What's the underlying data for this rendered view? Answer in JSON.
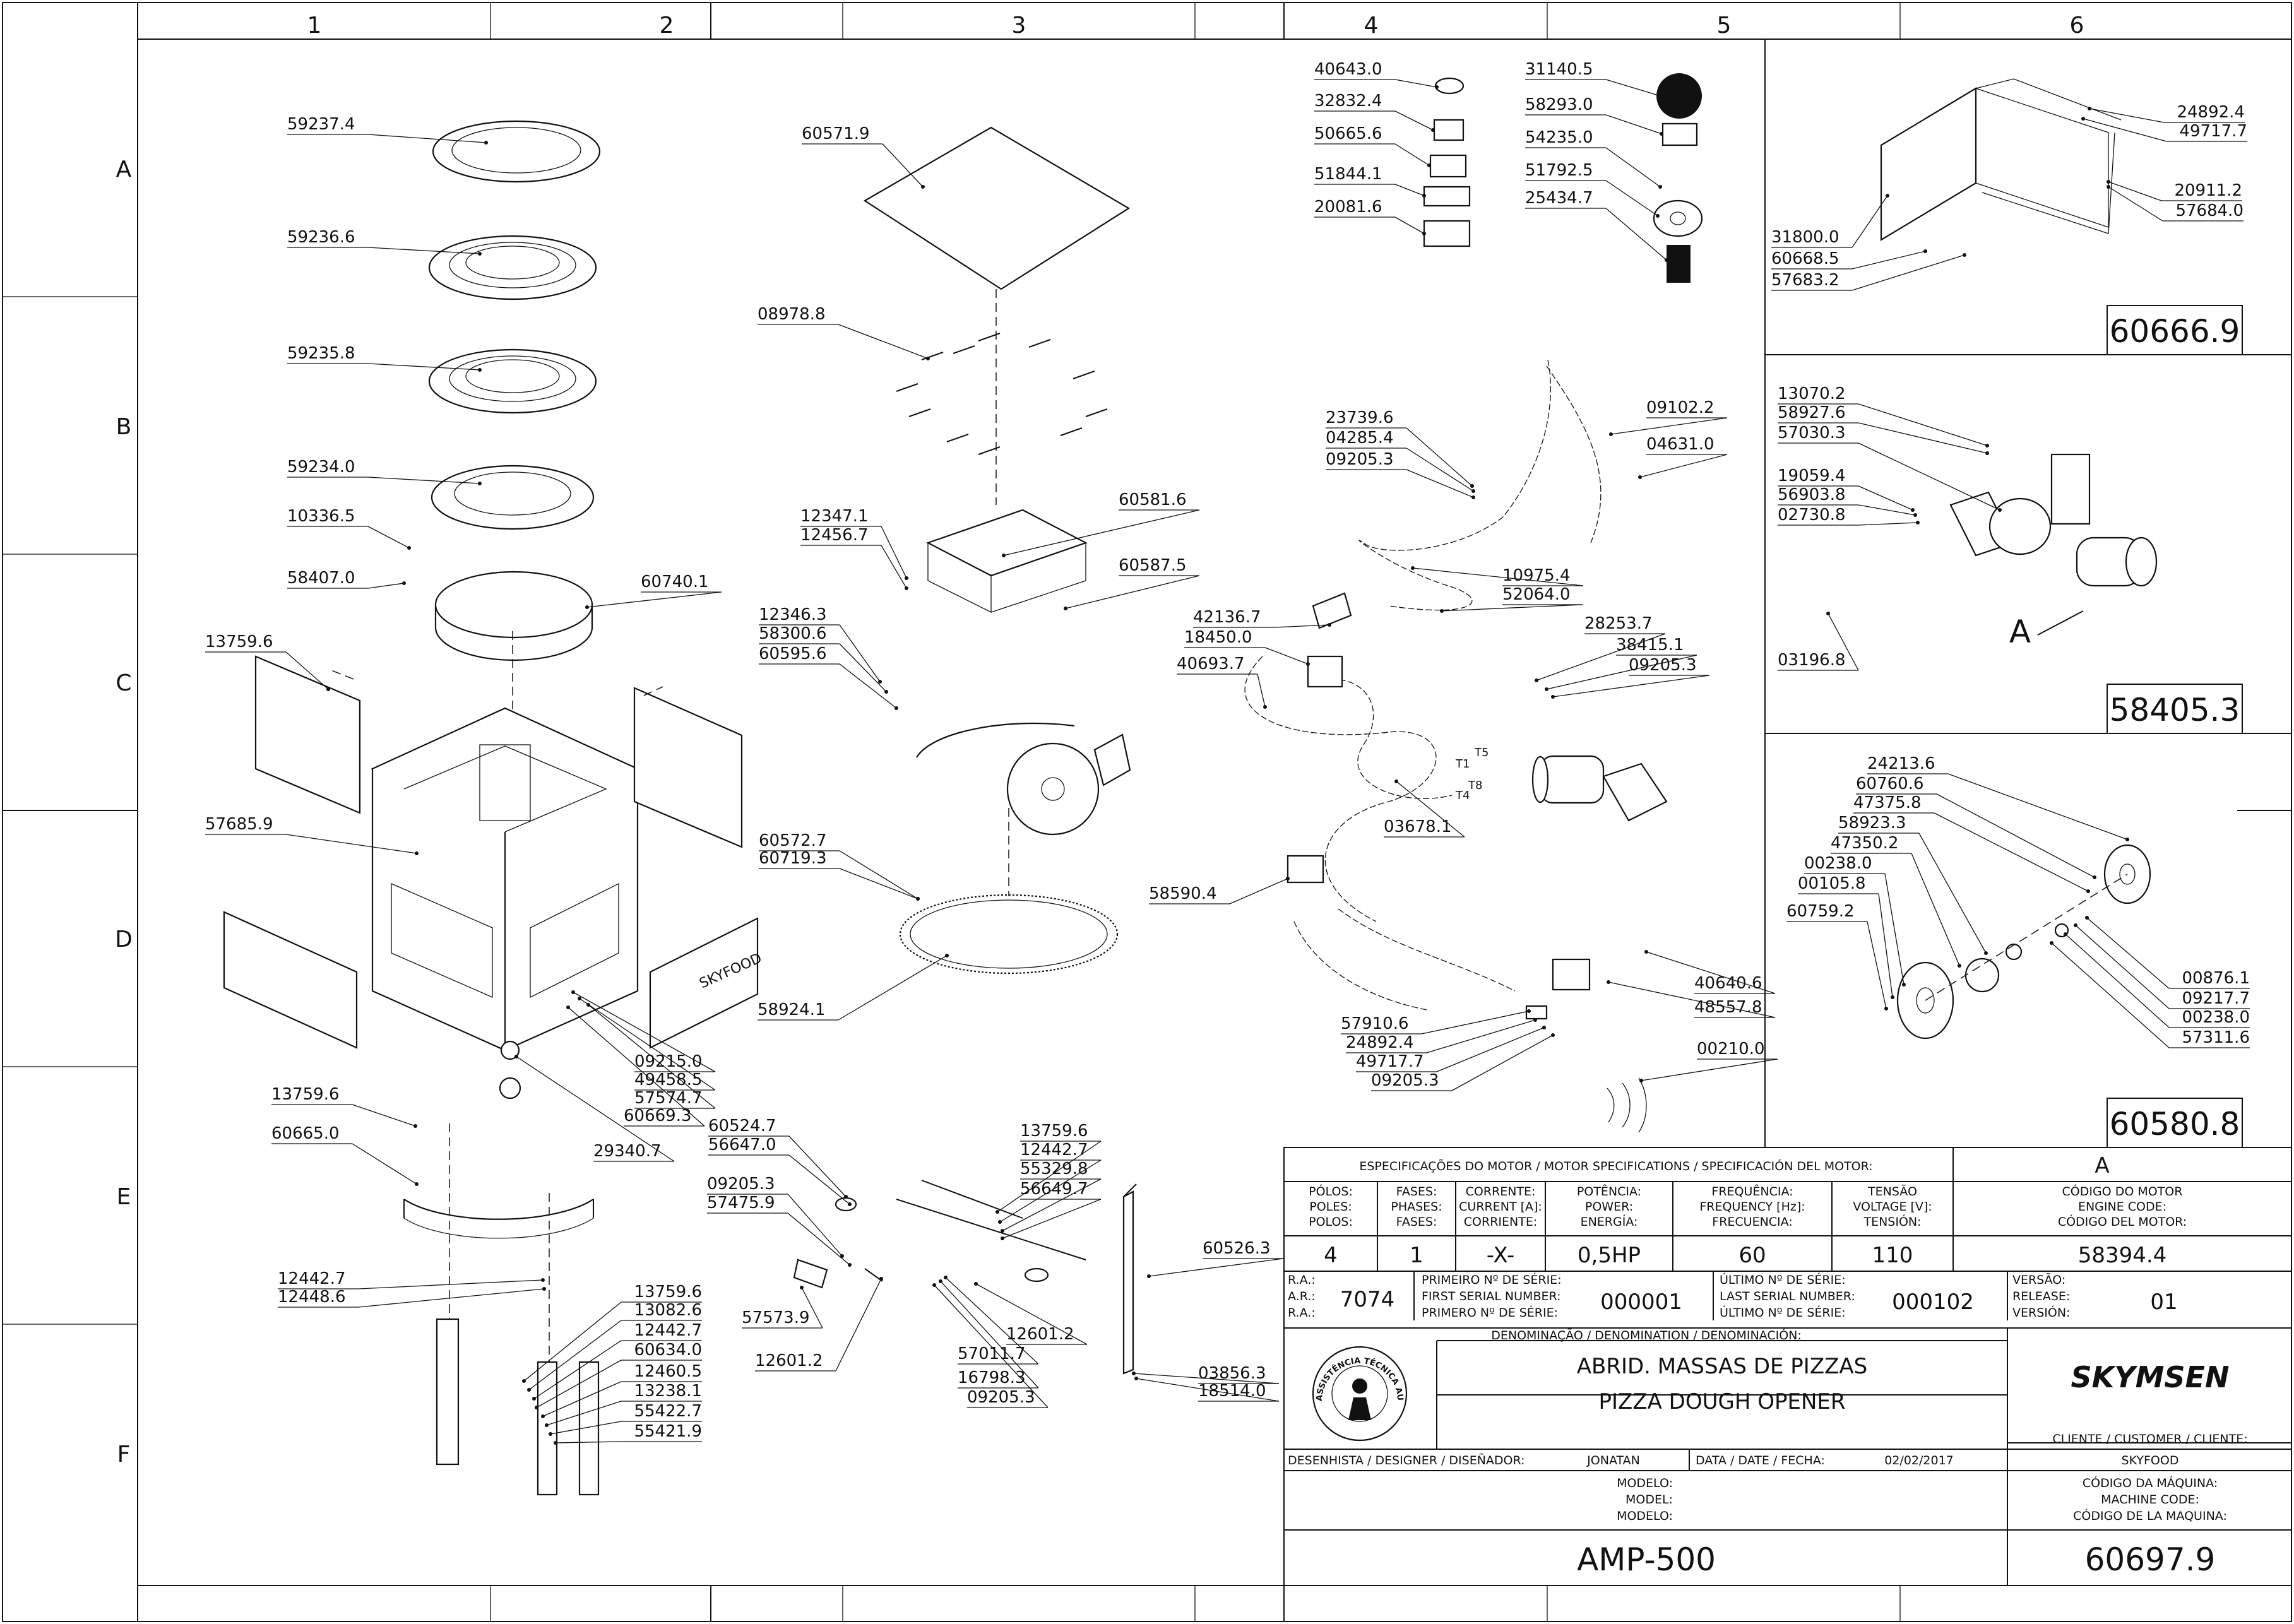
{
  "grid": {
    "columns": [
      "1",
      "2",
      "3",
      "4",
      "5",
      "6"
    ],
    "rows": [
      "A",
      "B",
      "C",
      "D",
      "E",
      "F"
    ]
  },
  "callouts": [
    "59237.4",
    "59236.6",
    "59235.8",
    "59234.0",
    "10336.5",
    "58407.0",
    "60740.1",
    "13759.6",
    "57685.9",
    "09215.0",
    "49458.5",
    "57574.7",
    "60669.3",
    "29340.7",
    "13759.6",
    "60665.0",
    "12442.7",
    "12448.6",
    "13759.6",
    "13082.6",
    "12442.7",
    "60634.0",
    "12460.5",
    "13238.1",
    "55422.7",
    "55421.9",
    "60571.9",
    "08978.8",
    "12347.1",
    "12456.7",
    "60581.6",
    "60587.5",
    "12346.3",
    "58300.6",
    "60595.6",
    "60572.7",
    "60719.3",
    "58924.1",
    "60524.7",
    "56647.0",
    "09205.3",
    "57475.9",
    "57573.9",
    "12601.2",
    "13759.6",
    "12442.7",
    "55329.8",
    "56649.7",
    "60526.3",
    "12601.2",
    "57011.7",
    "16798.3",
    "09205.3",
    "03856.3",
    "18514.0",
    "40643.0",
    "32832.4",
    "50665.6",
    "51844.1",
    "20081.6",
    "31140.5",
    "58293.0",
    "54235.0",
    "51792.5",
    "25434.7",
    "23739.6",
    "04285.4",
    "09205.3",
    "09102.2",
    "04631.0",
    "10975.4",
    "52064.0",
    "42136.7",
    "18450.0",
    "40693.7",
    "28253.7",
    "38415.1",
    "09205.3",
    "03678.1",
    "58590.4",
    "40640.6",
    "48557.8",
    "57910.6",
    "24892.4",
    "49717.7",
    "09205.3",
    "00210.0",
    "24892.4",
    "49717.7",
    "20911.2",
    "57684.0",
    "31800.0",
    "60668.5",
    "57683.2",
    "13070.2",
    "58927.6",
    "57030.3",
    "19059.4",
    "56903.8",
    "02730.8",
    "03196.8",
    "24213.6",
    "60760.6",
    "47375.8",
    "58923.3",
    "47350.2",
    "00238.0",
    "00105.8",
    "60759.2",
    "00876.1",
    "09217.7",
    "00238.0",
    "57311.6"
  ],
  "motor_wire_labels": [
    "T5",
    "T1",
    "T8",
    "T4"
  ],
  "decals": {
    "side_panel_text": "SKYFOOD"
  },
  "detail_boxes": [
    {
      "code": "60666.9"
    },
    {
      "code": "58405.3",
      "detail_letter": "A"
    },
    {
      "code": "60580.8"
    }
  ],
  "title_block": {
    "motor_spec_header": "ESPECIFICAÇÕES DO MOTOR / MOTOR SPECIFICATIONS / SPECIFICACIÓN DEL MOTOR:",
    "motor_letter": "A",
    "motor_columns": [
      {
        "lines": [
          "PÓLOS:",
          "POLES:",
          "POLOS:"
        ],
        "value": "4"
      },
      {
        "lines": [
          "FASES:",
          "PHASES:",
          "FASES:"
        ],
        "value": "1"
      },
      {
        "lines": [
          "CORRENTE:",
          "CURRENT [A]:",
          "CORRIENTE:"
        ],
        "value": "-X-"
      },
      {
        "lines": [
          "POTÊNCIA:",
          "POWER:",
          "ENERGÍA:"
        ],
        "value": "0,5HP"
      },
      {
        "lines": [
          "FREQUÊNCIA:",
          "FREQUENCY [Hz]:",
          "FRECUENCIA:"
        ],
        "value": "60"
      },
      {
        "lines": [
          "TENSÃO",
          "VOLTAGE [V]:",
          "TENSIÓN:"
        ],
        "value": "110"
      },
      {
        "lines": [
          "CÓDIGO DO MOTOR",
          "ENGINE CODE:",
          "CÓDIGO DEL MOTOR:"
        ],
        "value": "58394.4"
      }
    ],
    "ra_lines": [
      "R.A.:",
      "A.R.:",
      "R.A.:"
    ],
    "ra_value": "7074",
    "first_serial_lines": [
      "PRIMEIRO Nº DE SÉRIE:",
      "FIRST SERIAL NUMBER:",
      "PRIMERO Nº DE SÉRIE:"
    ],
    "first_serial_value": "000001",
    "last_serial_lines": [
      "ÚLTIMO Nº DE SÉRIE:",
      "LAST SERIAL NUMBER:",
      "ÚLTIMO Nº DE SÉRIE:"
    ],
    "last_serial_value": "000102",
    "version_lines": [
      "VERSÃO:",
      "RELEASE:",
      "VERSIÓN:"
    ],
    "version_value": "01",
    "denomination_header": "DENOMINAÇÃO / DENOMINATION / DENOMINACIÓN:",
    "name_pt": "ABRID. MASSAS DE PIZZAS",
    "name_en": "PIZZA DOUGH OPENER",
    "seal_text": "ASSISTÊNCIA TÉCNICA AUTORIZADA",
    "brand_logo": "SKYMSEN",
    "customer_label": "CLIENTE / CUSTOMER / CLIENTE:",
    "customer_value": "SKYFOOD",
    "designer_label": "DESENHISTA / DESIGNER / DISEÑADOR:",
    "designer_value": "JONATAN",
    "date_label": "DATA / DATE / FECHA:",
    "date_value": "02/02/2017",
    "model_lines": [
      "MODELO:",
      "MODEL:",
      "MODELO:"
    ],
    "machine_code_lines": [
      "CÓDIGO DA MÁQUINA:",
      "MACHINE CODE:",
      "CÓDIGO DE LA MAQUINA:"
    ],
    "model_value": "AMP-500",
    "machine_code_value": "60697.9"
  }
}
